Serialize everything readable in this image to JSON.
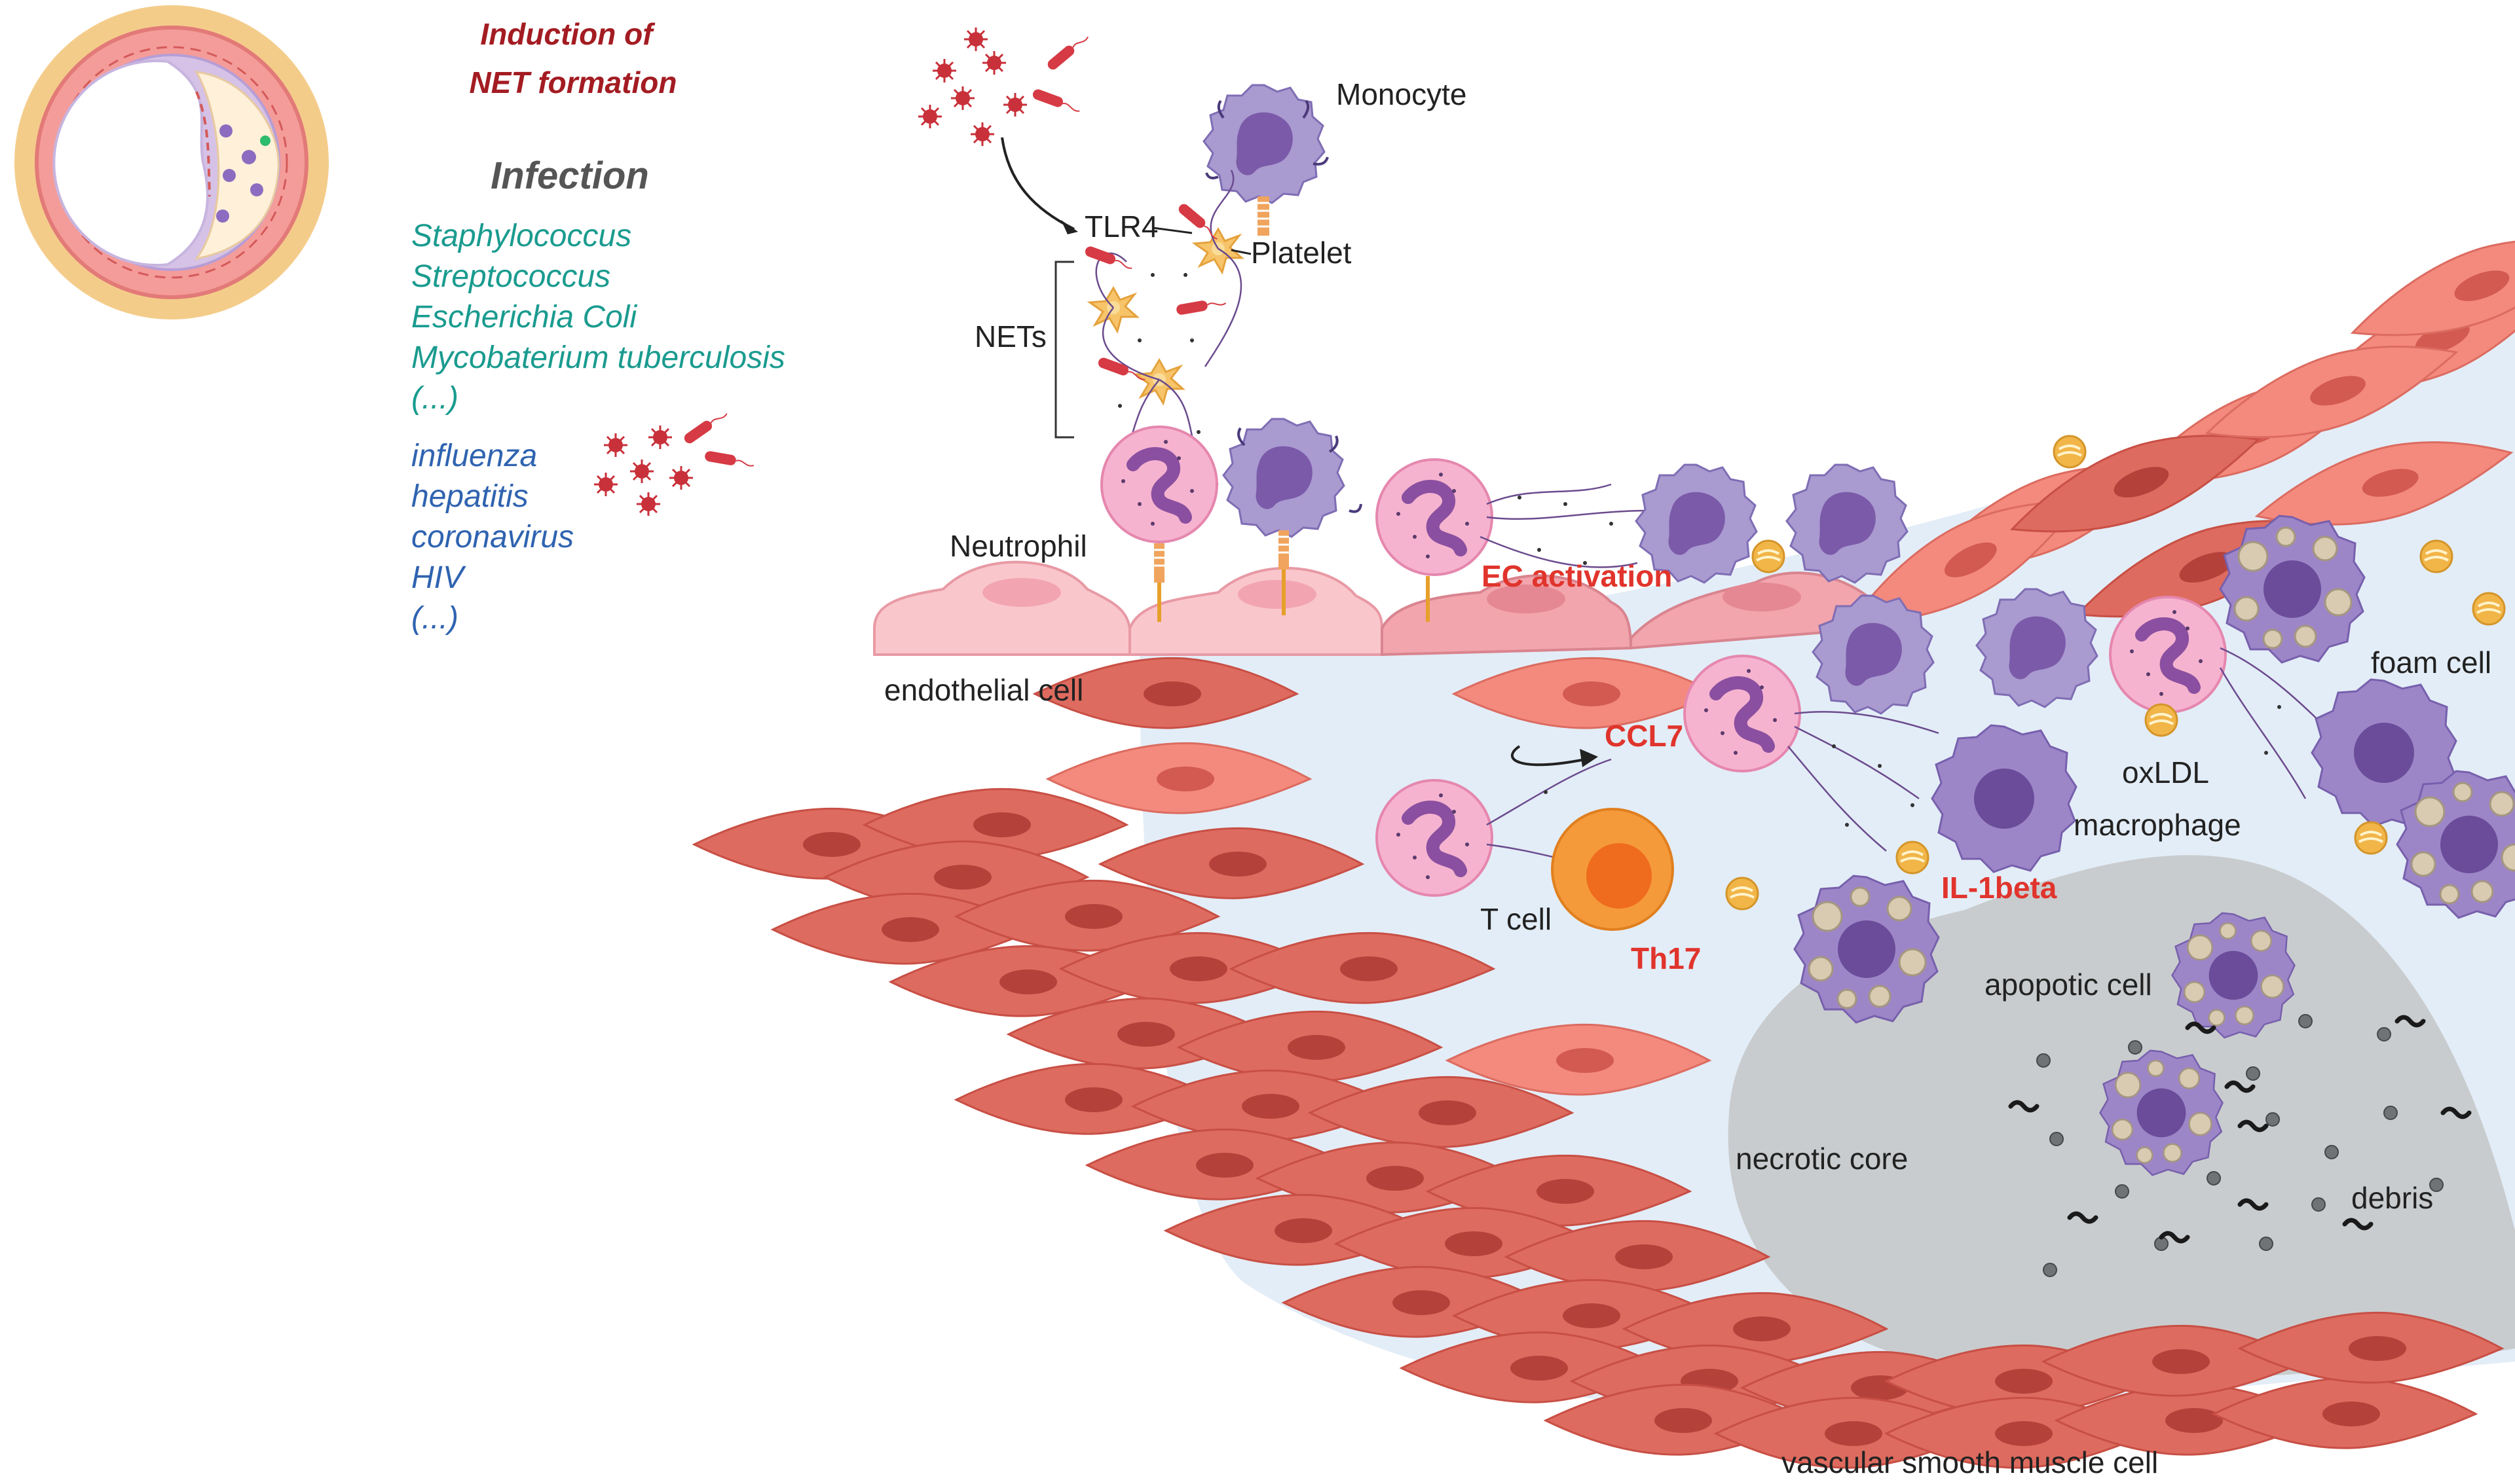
{
  "heading": {
    "line1": "Induction of",
    "line2": "NET formation",
    "infection": "Infection"
  },
  "bacteria": [
    "Staphylococcus",
    "Streptococcus",
    "Escherichia Coli",
    "Mycobaterium tuberculosis",
    "(...)"
  ],
  "viruses": [
    "influenza",
    "hepatitis",
    "coronavirus",
    "HIV",
    "(...)"
  ],
  "labels": {
    "monocyte": "Monocyte",
    "tlr4": "TLR4",
    "platelet": "Platelet",
    "nets": "NETs",
    "neutrophil": "Neutrophil",
    "endothelial_cell": "endothelial cell",
    "ec_activation": "EC activation",
    "ccl7": "CCL7",
    "t_cell": "T cell",
    "th17": "Th17",
    "il1beta": "IL-1beta",
    "oxldl": "oxLDL",
    "macrophage": "macrophage",
    "foam_cell": "foam cell",
    "apopotic_cell": "apopotic cell",
    "necrotic_core": "necrotic core",
    "debris": "debris",
    "vsmc": "vascular smooth muscle cell"
  },
  "colors": {
    "title_red": "#a31c22",
    "bacteria_teal": "#1a9b8f",
    "virus_blue": "#2f63b0",
    "cytokine_red": "#e0342c",
    "neutrophil_pink": "#f4a9c9",
    "monocyte_purple": "#9b8ac8",
    "smooth_muscle": "#de6b5f",
    "necrotic_gray": "#c9ccce",
    "intima_blue": "#e3edf7",
    "oxldl_yellow": "#f1b548",
    "tcell_orange": "#f59a3a"
  }
}
